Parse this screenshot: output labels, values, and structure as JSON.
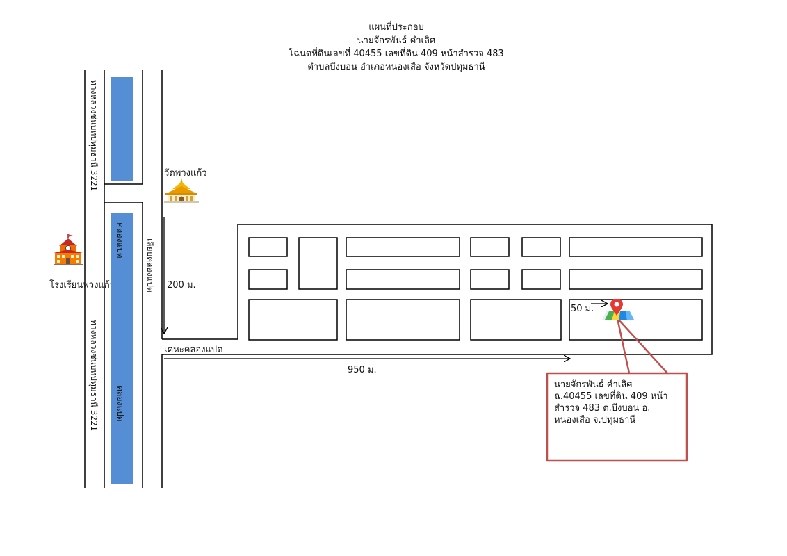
{
  "title": {
    "line1": "แผนที่ประกอบ",
    "line2": "นายจักรพันธ์ คำเลิศ",
    "line3": "โฉนดที่ดินเลขที่ 40455 เลขที่ดิน 409 หน้าสำรวจ 483",
    "line4": "ตำบลบึงบอน อำเภอหนองเสือ จังหวัดปทุมธานี"
  },
  "labels": {
    "highway_top": "ทางหลวงชนบทปทุมธานี 3221",
    "highway_bottom": "ทางหลวงชนบทปทุมธานี 3221",
    "canal_top": "คลองแปด",
    "canal_bottom": "คลองแปด",
    "canal_side_road": "เลียบคลองแปด",
    "temple": "วัดพวงแก้ว",
    "school": "โรงเรียนพวงแก้ว",
    "dist_200": "200 ม.",
    "housing": "เคหะคลองแปด",
    "dist_950": "950 ม.",
    "dist_50": "50 ม."
  },
  "callout": {
    "line1": "นายจักรพันธ์ คำเลิศ",
    "line2": "ฉ.40455 เลขที่ดิน 409 หน้า",
    "line3": "สำรวจ 483 ต.บึงบอน อ.",
    "line4": "หนองเสือ จ.ปทุมธานี"
  },
  "icons": {
    "temple": "temple-icon",
    "school": "school-icon",
    "pin": "map-pin-icon"
  },
  "colors": {
    "canal": "#558ed5",
    "callout_border": "#c0504d",
    "pin": "#e53935"
  }
}
